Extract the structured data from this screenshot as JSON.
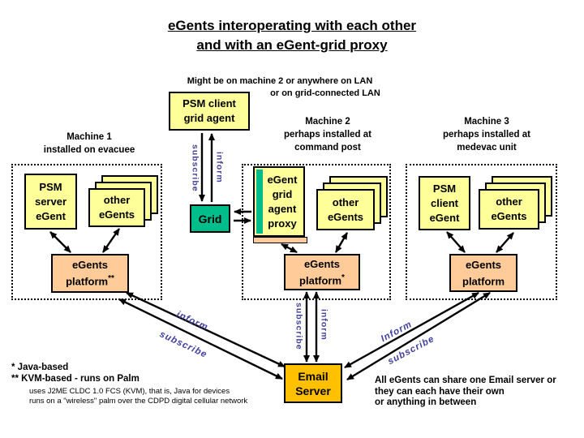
{
  "title": {
    "line1": "eGents interoperating with each other",
    "line2": "and with an eGent-grid proxy"
  },
  "notes": {
    "might_be_1": "Might be on machine 2 or anywhere on LAN",
    "might_be_2": "or on grid-connected LAN",
    "share_1": "All eGents can share one Email server or",
    "share_2": "they can each have their own",
    "share_3": "or anything in between"
  },
  "footnotes": {
    "f1": "* Java-based",
    "f2": "** KVM-based - runs on Palm",
    "f3": "uses J2ME CLDC 1.0 FCS (KVM), that is, Java for devices",
    "f4": "runs on a \"wireless\" palm over the CDPD digital cellular network"
  },
  "grid_agent_box": {
    "line1": "PSM client",
    "line2": "grid agent"
  },
  "grid_box": {
    "label": "Grid"
  },
  "email_server": {
    "line1": "Email",
    "line2": "Server"
  },
  "machine1": {
    "name": "Machine 1",
    "desc1": "installed on evacuee",
    "agent": {
      "line1": "PSM",
      "line2": "server",
      "line3": "eGent"
    },
    "others": {
      "line1": "other",
      "line2": "eGents"
    },
    "platform": {
      "line1": "eGents",
      "line2": "platform",
      "marker": "**"
    }
  },
  "machine2": {
    "name": "Machine 2",
    "desc1": "perhaps installed at",
    "desc2": "command post",
    "proxy": {
      "line1": "eGent",
      "line2": "grid",
      "line3": "agent",
      "line4": "proxy"
    },
    "others": {
      "line1": "other",
      "line2": "eGents"
    },
    "platform": {
      "line1": "eGents",
      "line2": "platform",
      "marker": "*"
    }
  },
  "machine3": {
    "name": "Machine 3",
    "desc1": "perhaps installed at",
    "desc2": "medevac unit",
    "agent": {
      "line1": "PSM",
      "line2": "client",
      "line3": "eGent"
    },
    "others": {
      "line1": "other",
      "line2": "eGents"
    },
    "platform": {
      "line1": "eGents",
      "line2": "platform",
      "marker": ""
    }
  },
  "flow_labels": {
    "ga_subscribe": "subscribe",
    "ga_inform": "inform",
    "m1_inform": "inform",
    "m1_subscribe": "subscribe",
    "m2_subscribe": "subscribe",
    "m2_inform": "inform",
    "m3_inform": "Inform",
    "m3_subscribe": "subscribe"
  },
  "colors": {
    "agent_yellow": "#FFFF99",
    "platform_peach": "#FFCC99",
    "grid_teal": "#00BE8C",
    "email_gold": "#FFC000",
    "flow_label_blue": "#4040A0"
  }
}
